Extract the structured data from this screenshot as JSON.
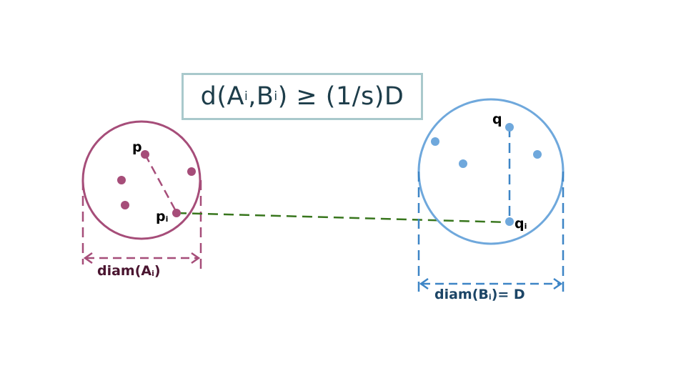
{
  "formula": {
    "prefix": "d(A",
    "sub1": "i",
    "mid": ",B",
    "sub2": "i",
    "suffix": ") ≥ (1/s)D"
  },
  "labels": {
    "p": "p",
    "pi_base": "p",
    "pi_sub": "i",
    "q": "q",
    "qi_base": "q",
    "qi_sub": "i",
    "diamA_base": "diam(A",
    "diamA_sub": "i",
    "diamA_end": ")",
    "diamB_base": "diam(B",
    "diamB_sub": "i",
    "diamB_end": ")= D"
  },
  "colors": {
    "purple": "#a64d79",
    "purple_text": "#4a1530",
    "blue": "#6fa8dc",
    "blue_dash": "#3d85c6",
    "blue_text": "#1c4566",
    "green": "#38761d",
    "box_border": "#a9c9cc",
    "formula_text": "#1d3d4a"
  }
}
